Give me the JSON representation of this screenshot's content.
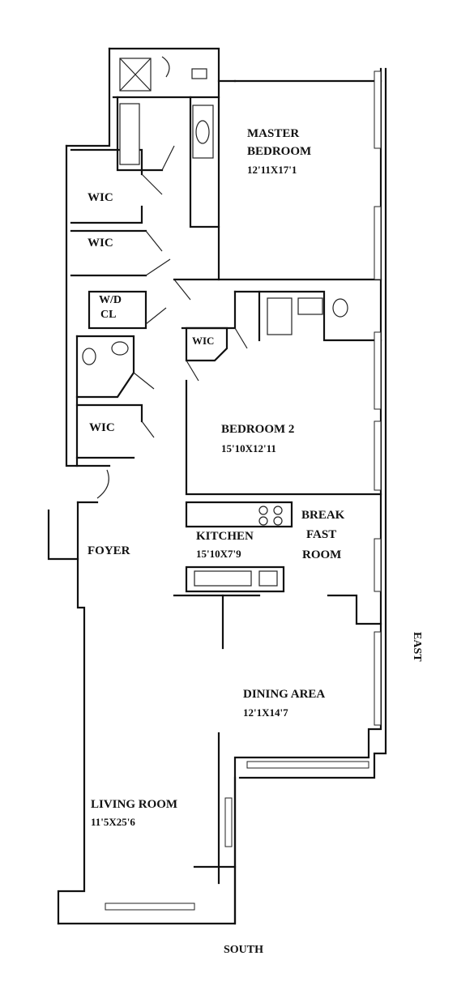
{
  "rooms": {
    "master": {
      "name_line1": "MASTER",
      "name_line2": "BEDROOM",
      "dims": "12'11X17'1"
    },
    "wic1": {
      "name": "WIC"
    },
    "wic2": {
      "name": "WIC"
    },
    "wdcl": {
      "name_line1": "W/D",
      "name_line2": "CL"
    },
    "wic3": {
      "name": "WIC"
    },
    "wic4": {
      "name": "WIC"
    },
    "bedroom2": {
      "name": "BEDROOM 2",
      "dims": "15'10X12'11"
    },
    "kitchen": {
      "name": "KITCHEN",
      "dims": "15'10X7'9"
    },
    "breakfast": {
      "name_line1": "BREAK",
      "name_line2": "FAST",
      "name_line3": "ROOM"
    },
    "foyer": {
      "name": "FOYER"
    },
    "dining": {
      "name": "DINING AREA",
      "dims": "12'1X14'7"
    },
    "living": {
      "name": "LIVING ROOM",
      "dims": "11'5X25'6"
    }
  },
  "compass": {
    "east": "EAST",
    "south": "SOUTH"
  }
}
